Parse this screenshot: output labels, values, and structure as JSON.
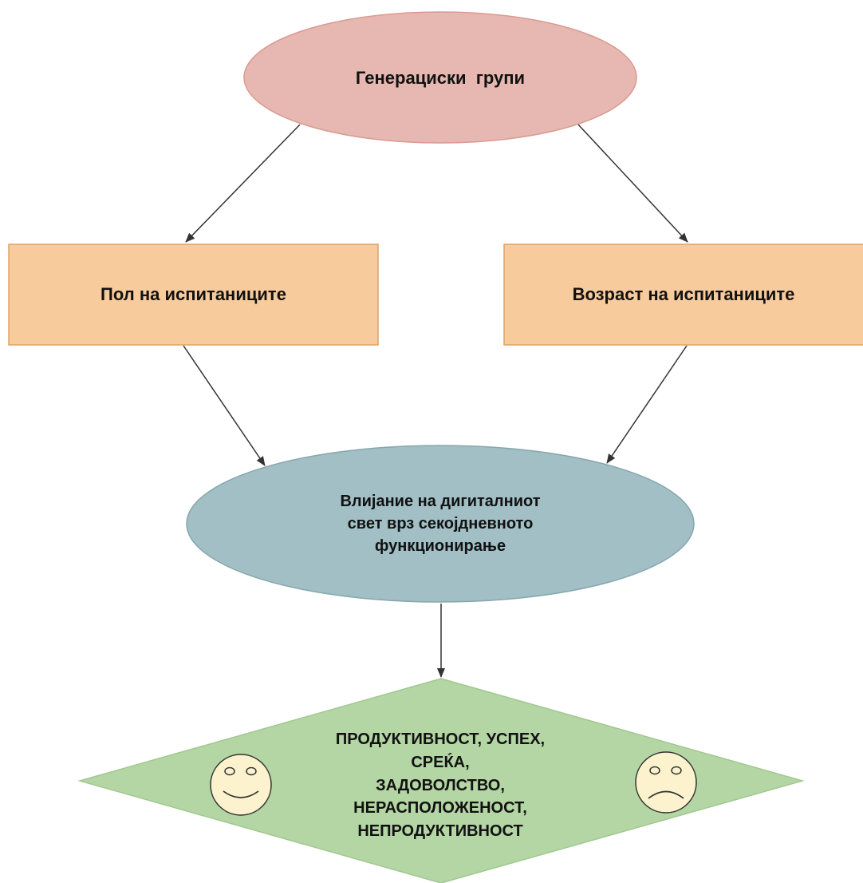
{
  "nodes": {
    "top": {
      "shape": "ellipse",
      "fill": "#e6b8b1",
      "stroke": "#d99a91",
      "lines": [
        "Генерациски  групи"
      ]
    },
    "left": {
      "shape": "rectangle",
      "fill": "#f8cb9c",
      "stroke": "#e0a265",
      "lines": [
        "Пол на испитаниците"
      ]
    },
    "right": {
      "shape": "rectangle",
      "fill": "#f8cb9c",
      "stroke": "#e0a265",
      "lines": [
        "Возраст на испитаниците"
      ]
    },
    "center": {
      "shape": "ellipse",
      "fill": "#a1bfc5",
      "stroke": "#86a6ad",
      "lines": [
        "Влијание на дигиталниот",
        "свет врз секојдневното",
        "функционирање"
      ]
    },
    "bottom": {
      "shape": "diamond",
      "fill": "#b4d6a4",
      "stroke": "#a2c891",
      "lines": [
        "ПРОДУКТИВНОСТ, УСПЕХ,",
        "СРЕЌА,",
        "ЗАДОВОЛСТВО,",
        "НЕРАСПОЛОЖЕНОСТ,",
        "НЕПРОДУКТИВНОСТ"
      ]
    }
  },
  "icons": {
    "happy": {
      "name": "smiley-happy-icon",
      "fill": "#fcf2ce",
      "stroke": "#333333"
    },
    "sad": {
      "name": "smiley-sad-icon",
      "fill": "#fcf2ce",
      "stroke": "#333333"
    }
  },
  "edges": [
    {
      "from": "top",
      "to": "left"
    },
    {
      "from": "top",
      "to": "right"
    },
    {
      "from": "left",
      "to": "center"
    },
    {
      "from": "right",
      "to": "center"
    },
    {
      "from": "center",
      "to": "bottom"
    }
  ],
  "edge_color": "#333333"
}
